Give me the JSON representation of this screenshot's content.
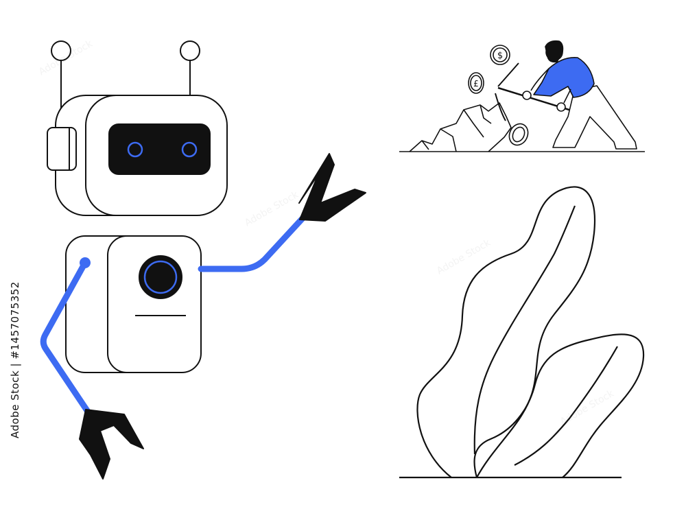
{
  "image": {
    "stock_id": "Adobe Stock | #1457075352",
    "watermark_text": "Adobe Stock",
    "coin_symbols": {
      "dollar": "$",
      "pound": "£"
    }
  },
  "colors": {
    "accent_blue": "#3d6bf2",
    "ink": "#111111",
    "background": "#ffffff"
  },
  "icons": [
    "robot",
    "robot-claw",
    "miner",
    "pickaxe",
    "coin",
    "rock",
    "leaf-plant"
  ]
}
